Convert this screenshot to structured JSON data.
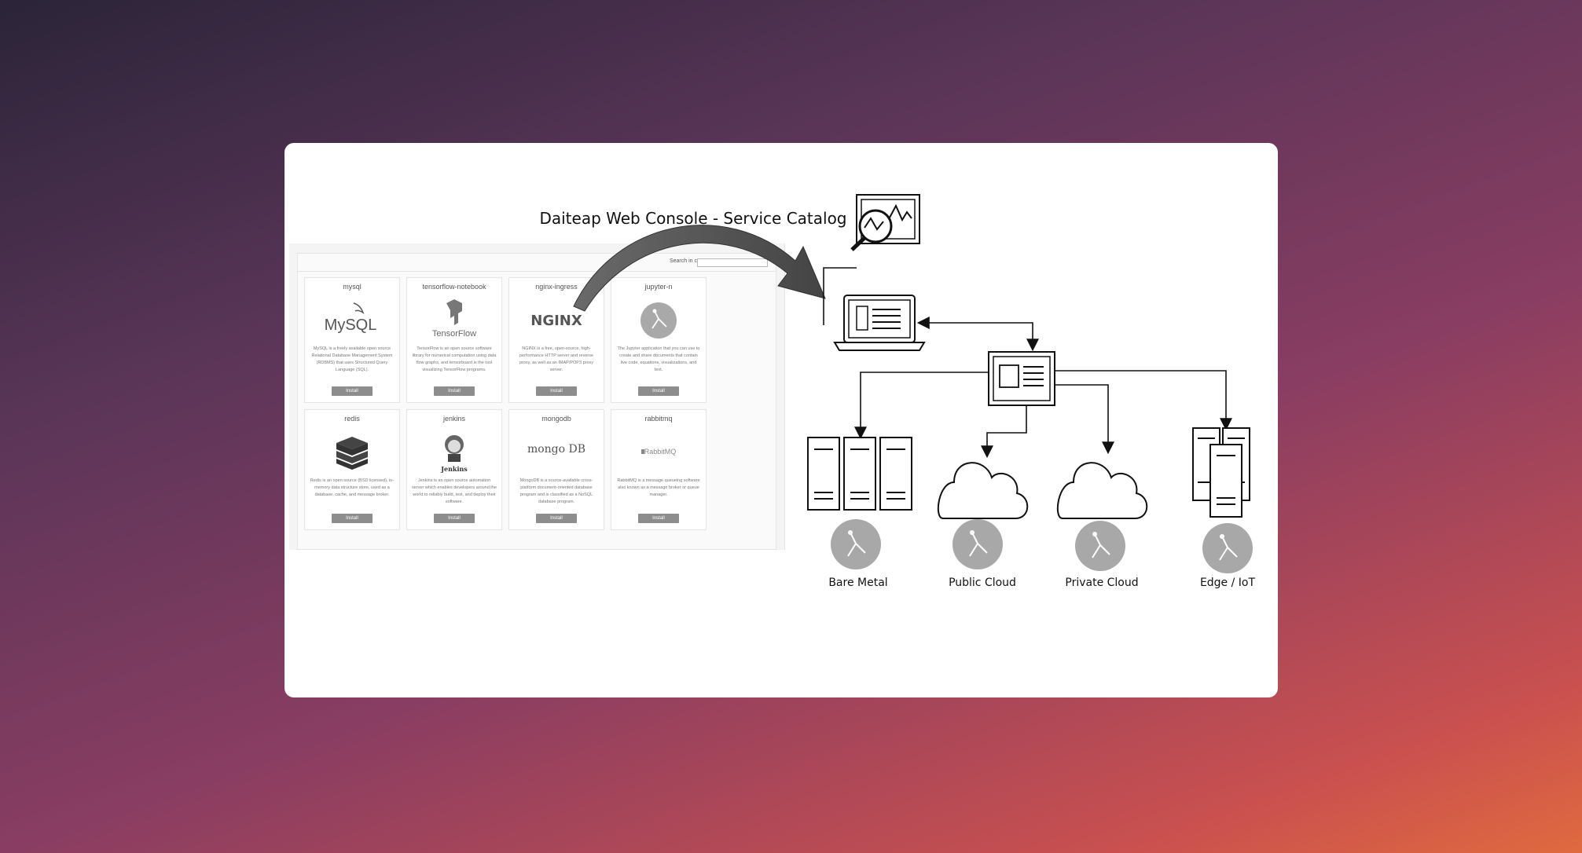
{
  "title": "Daiteap Web Console - Service Catalog",
  "console": {
    "search_label": "Search in c",
    "services": [
      {
        "name": "mysql",
        "logo_text": "MySQL",
        "desc": "MySQL is a freely available open source Relational Database Management System (RDBMS) that uses Structured Query Language (SQL).",
        "button": "Install"
      },
      {
        "name": "tensorflow-notebook",
        "logo_text": "TensorFlow",
        "desc": "TensorFlow is an open source software library for numerical computation using data flow graphs, and tensorboard is the tool visualizing TensorFlow programs.",
        "button": "Install"
      },
      {
        "name": "nginx-ingress",
        "logo_text": "NGINX",
        "desc": "NGINX is a free, open-source, high-performance HTTP server and reverse proxy, as well as an IMAP/POP3 proxy server.",
        "button": "Install"
      },
      {
        "name": "jupyter-n",
        "logo_text": "",
        "desc": "The Jupyter  application that you can use to create and share documents that contain live code, equations, visualizations, and text.",
        "button": "Install"
      },
      {
        "name": "redis",
        "logo_text": "",
        "desc": "Redis is an open source (BSD licensed), in-memory data structure store, used as a database, cache, and message broker.",
        "button": "Install"
      },
      {
        "name": "jenkins",
        "logo_text": "Jenkins",
        "desc": "Jenkins is an open source automation server which enables developers around the world to reliably build, test, and deploy their software.",
        "button": "Install"
      },
      {
        "name": "mongodb",
        "logo_text": "mongo DB",
        "desc": "MongoDB is a source-available cross-platform document-oriented database program and is classified as a NoSQL database program.",
        "button": "Install"
      },
      {
        "name": "rabbitmq",
        "logo_text": "RabbitMQ",
        "desc": "RabbitMQ is a message queueing software also known as a message broker or queue manager.",
        "button": "Install"
      }
    ]
  },
  "targets": {
    "bare_metal": "Bare Metal",
    "public_cloud": "Public Cloud",
    "private_cloud": "Private Cloud",
    "edge_iot": "Edge / IoT"
  }
}
